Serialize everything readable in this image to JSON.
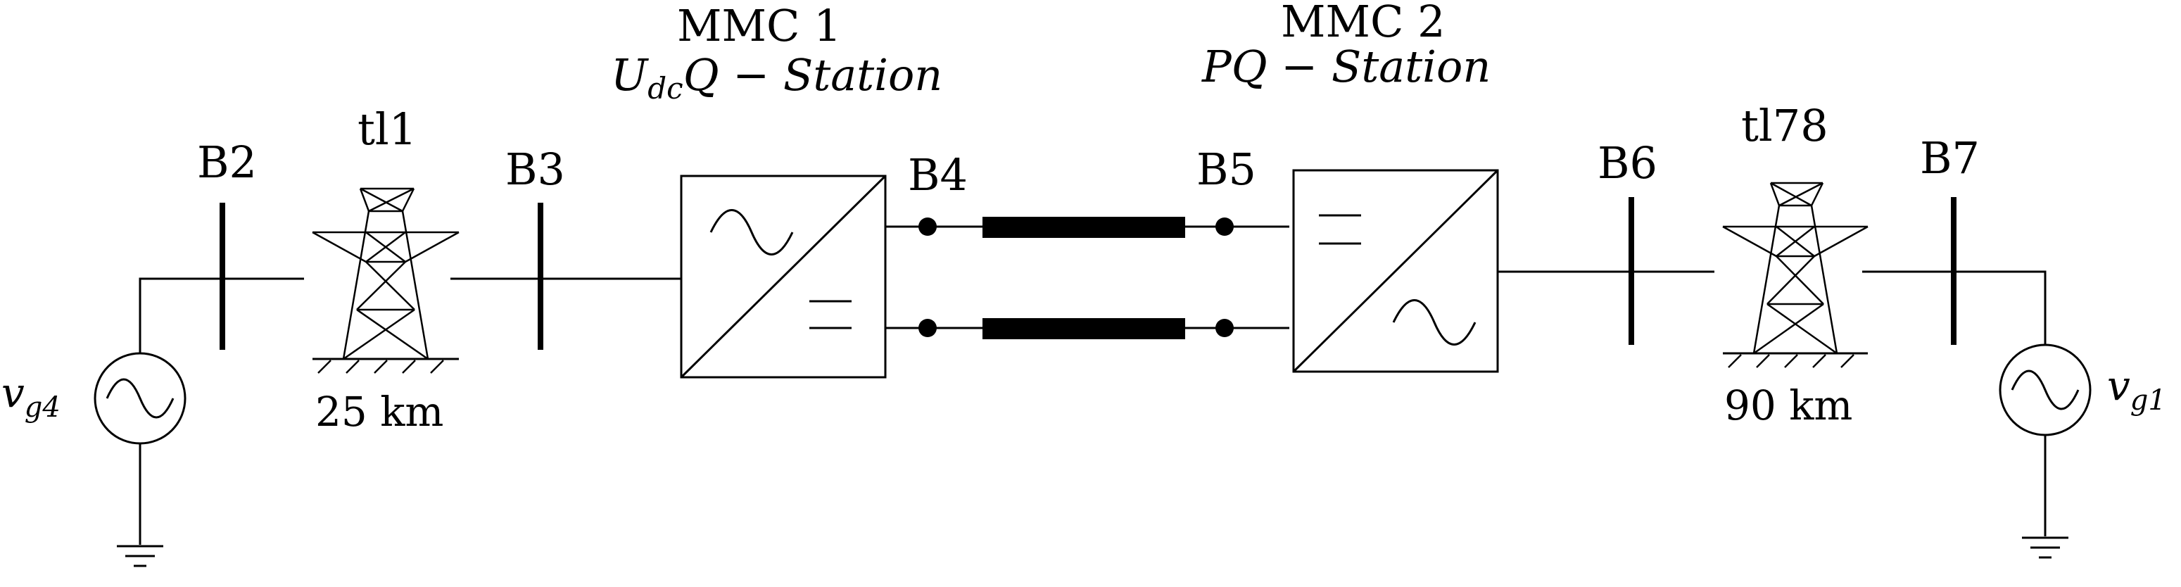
{
  "labels": {
    "mmc1_name": "MMC 1",
    "mmc1_type": "UdcQ − Station",
    "mmc2_name": "MMC 2",
    "mmc2_type": "PQ − Station",
    "bus_b2": "B2",
    "bus_b3": "B3",
    "bus_b4": "B4",
    "bus_b5": "B5",
    "bus_b6": "B6",
    "bus_b7": "B7",
    "line_tl1": "tl1",
    "line_tl78": "tl78",
    "line_tl1_length": "25 km",
    "line_tl78_length": "90 km"
  },
  "sources": {
    "left_base": "v",
    "left_sub": "g4",
    "right_base": "v",
    "right_sub": "g1"
  },
  "mmc1_type_parts": {
    "u": "U",
    "dc": "dc",
    "rest": "Q − Station"
  }
}
